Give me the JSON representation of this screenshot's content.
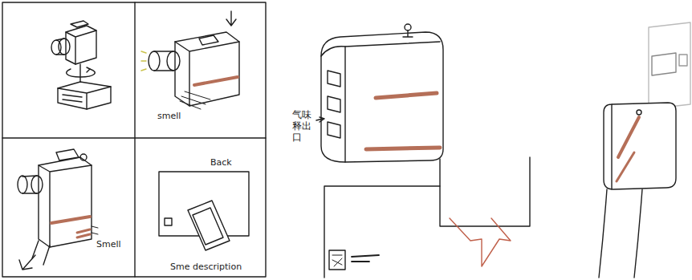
{
  "diagram": {
    "labels": [
      "smell",
      "Smell",
      "Back",
      "Sme description",
      "气味 释出口"
    ]
  }
}
